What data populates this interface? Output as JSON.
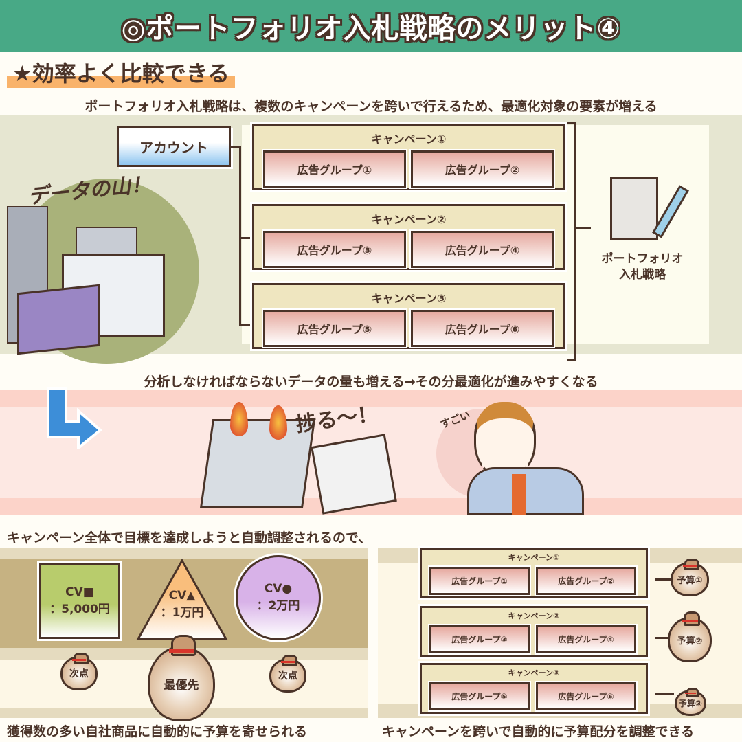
{
  "header": {
    "title": "◎ポートフォリオ入札戦略のメリット④"
  },
  "subheading": "★効率よく比較できる",
  "intro": "ポートフォリオ入札戦略は、複数のキャンペーンを跨いで行えるため、最適化対象の要素が増える",
  "diagram": {
    "account": "アカウント",
    "campaigns": [
      {
        "label": "キャンペーン①",
        "groups": [
          "広告グループ①",
          "広告グループ②"
        ]
      },
      {
        "label": "キャンペーン②",
        "groups": [
          "広告グループ③",
          "広告グループ④"
        ]
      },
      {
        "label": "キャンペーン③",
        "groups": [
          "広告グループ⑤",
          "広告グループ⑥"
        ]
      }
    ],
    "portfolio_label_1": "ポートフォリオ",
    "portfolio_label_2": "入札戦略",
    "handwritten_data": "データの山！"
  },
  "middle_text": "分析しなければならないデータの量も増える→その分最適化が進みやすくなる",
  "handwritten_progress": "捗る〜！",
  "handwritten_wow": "すごい",
  "auto_text": "キャンペーン全体で目標を達成しようと自動調整されるので、",
  "products": [
    {
      "name": "CV■",
      "value": "：5,000円",
      "priority": "次点",
      "color": "#b8cc6c"
    },
    {
      "name": "CV▲",
      "value": "：1万円",
      "priority": "最優先",
      "color": "#f9be7c"
    },
    {
      "name": "CV●",
      "value": "：2万円",
      "priority": "次点",
      "color": "#d8b2e8"
    }
  ],
  "budget_campaigns": [
    {
      "label": "キャンペーン①",
      "groups": [
        "広告グループ①",
        "広告グループ②"
      ],
      "budget": "予算①"
    },
    {
      "label": "キャンペーン②",
      "groups": [
        "広告グループ③",
        "広告グループ④"
      ],
      "budget": "予算②"
    },
    {
      "label": "キャンペーン③",
      "groups": [
        "広告グループ⑤",
        "広告グループ⑥"
      ],
      "budget": "予算③"
    }
  ],
  "caption_left": "獲得数の多い自社商品に自動的に予算を寄せられる",
  "caption_right": "キャンペーンを跨いで自動的に予算配分を調整できる"
}
